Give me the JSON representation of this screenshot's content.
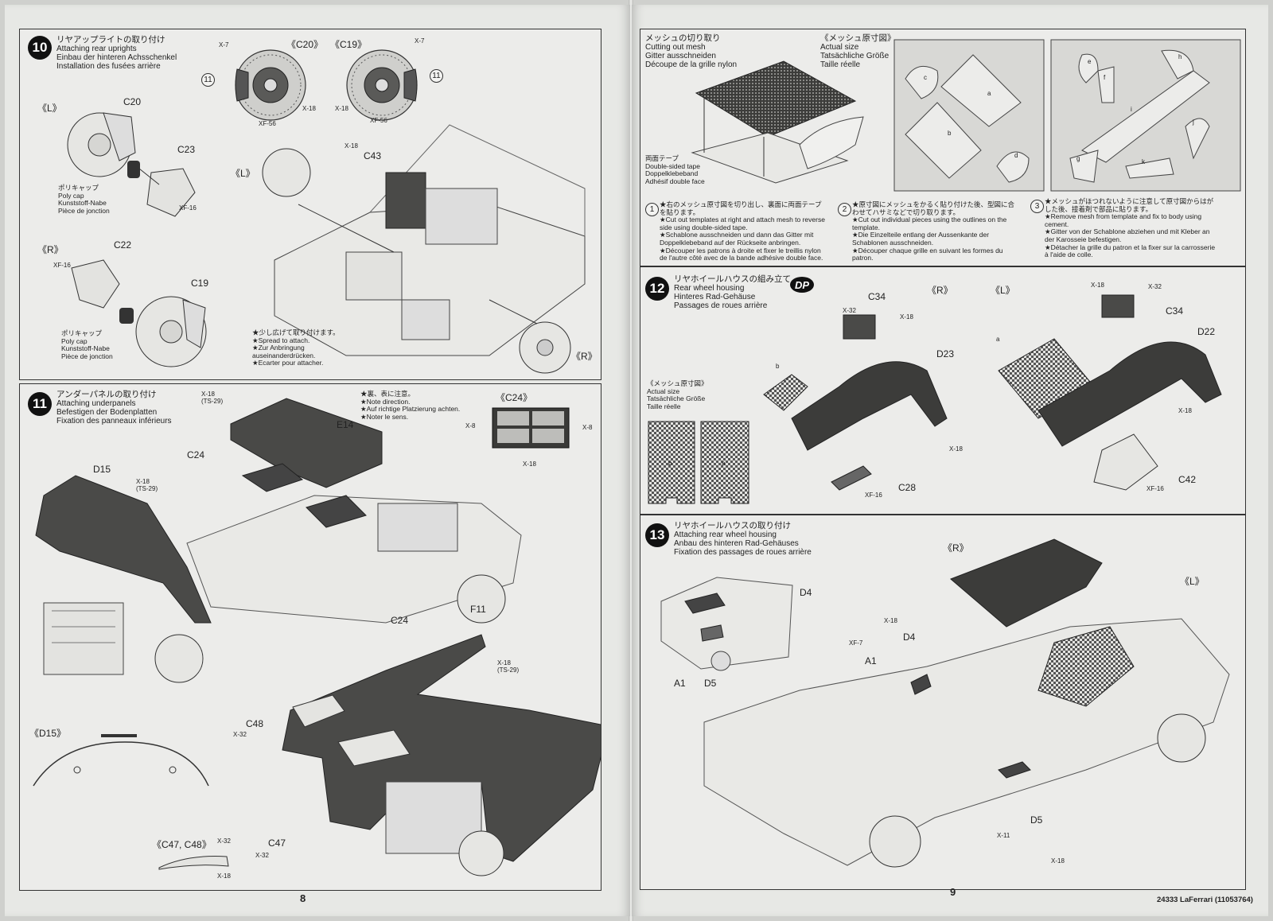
{
  "step10": {
    "number": "10",
    "title_jp": "リヤアップライトの取り付け",
    "title_en": "Attaching rear uprights",
    "title_de": "Einbau der hinteren Achsschenkel",
    "title_fr": "Installation des fusées arrière",
    "labels": {
      "c20_top": "《C20》",
      "c19_top": "《C19》",
      "x7a": "X-7",
      "x7b": "X-7",
      "x18a": "X-18",
      "x18b": "X-18",
      "xf56a": "XF-56",
      "xf56b": "XF-56",
      "num11a": "11",
      "num11b": "11",
      "left": "《L》",
      "c20": "C20",
      "c23": "C23",
      "xf16a": "XF-16",
      "right": "《R》",
      "c22": "C22",
      "xf16b": "XF-16",
      "c19": "C19",
      "c43": "C43",
      "x18c": "X-18",
      "left2": "《L》",
      "right2": "《R》"
    },
    "polycap1": [
      "ポリキャップ",
      "Poly cap",
      "Kunststoff-Nabe",
      "Pièce de jonction"
    ],
    "polycap2": [
      "ポリキャップ",
      "Poly cap",
      "Kunststoff-Nabe",
      "Pièce de jonction"
    ],
    "note": [
      "★少し広げて取り付けます。",
      "★Spread to attach.",
      "★Zur Anbringung",
      "auseinanderdrücken.",
      "★Ecarter pour attacher."
    ]
  },
  "step11": {
    "number": "11",
    "title_jp": "アンダーパネルの取り付け",
    "title_en": "Attaching underpanels",
    "title_de": "Befestigen der Bodenplatten",
    "title_fr": "Fixation des panneaux inférieurs",
    "note": [
      "★裏、表に注意。",
      "★Note direction.",
      "★Auf richtige Platzierung achten.",
      "★Noter le sens."
    ],
    "labels": {
      "x18ts": "X-18",
      "ts29": "(TS-29)",
      "e14": "E14",
      "c24a": "C24",
      "c24b": "C24",
      "c24box": "《C24》",
      "x8a": "X-8",
      "x8b": "X-8",
      "x18box": "X-18",
      "d15": "D15",
      "x18ts2": "X-18",
      "ts29b": "(TS-29)",
      "f11": "F11",
      "x18ts3": "X-18",
      "ts29c": "(TS-29)",
      "c48": "C48",
      "x32a": "X-32",
      "c47": "C47",
      "x32b": "X-32",
      "d15box": "《D15》",
      "c47c48": "《C47, C48》",
      "x32c": "X-32",
      "x18d": "X-18"
    }
  },
  "mesh": {
    "title_jp": "メッシュの切り取り",
    "title_en": "Cutting out mesh",
    "title_de": "Gitter ausschneiden",
    "title_fr": "Découpe de la grille nylon",
    "size_jp": "《メッシュ原寸図》",
    "size_en": "Actual size",
    "size_de": "Tatsächliche Größe",
    "size_fr": "Taille réelle",
    "tape": [
      "両面テープ",
      "Double-sided tape",
      "Doppelklebeband",
      "Adhésif double face"
    ],
    "pieces": [
      "a",
      "b",
      "c",
      "d",
      "e",
      "f",
      "g",
      "h",
      "i",
      "j",
      "k"
    ],
    "inst1": [
      "★右のメッシュ原寸図を切り出し、裏面に両面テープを貼ります。",
      "★Cut out templates at right and attach mesh to reverse side using double-sided tape.",
      "★Schablone ausschneiden und dann das Gitter mit Doppelklebeband auf der Rückseite anbringen.",
      "★Découper les patrons à droite et fixer le treillis nylon de l'autre côté avec de la bande adhésive double face."
    ],
    "inst2": [
      "★原寸図にメッシュをかるく貼り付けた後、型図に合わせてハサミなどで切り取ります。",
      "★Cut out individual pieces using the outlines on the template.",
      "★Die Einzelteile entlang der Aussenkante der Schablonen ausschneiden.",
      "★Découper chaque grille en suivant les formes du patron."
    ],
    "inst3": [
      "★メッシュがほつれないように注意して原寸図からはがした後、接着剤で部品に貼ります。",
      "★Remove mesh from template and fix to body using cement.",
      "★Gitter von der Schablone abziehen und mit Kleber an der Karosseie befestigen.",
      "★Détacher la grille du patron et la fixer sur la carrosserie à l'aide de colle."
    ]
  },
  "step12": {
    "number": "12",
    "dp": "DP",
    "title_jp": "リヤホイールハウスの組み立て",
    "title_en": "Rear wheel housing",
    "title_de": "Hinteres Rad-Gehäuse",
    "title_fr": "Passages de roues arrière",
    "size": [
      "《メッシュ原寸図》",
      "Actual size",
      "Tatsächliche Größe",
      "Taille réelle"
    ],
    "labels": {
      "r": "《R》",
      "l": "《L》",
      "c34a": "C34",
      "x32a": "X-32",
      "x18a": "X-18",
      "d23": "D23",
      "x18b": "X-18",
      "c28": "C28",
      "xf16a": "XF-16",
      "b": "b",
      "a": "a",
      "x18c": "X-18",
      "x32b": "X-32",
      "c34b": "C34",
      "d22": "D22",
      "x18d": "X-18",
      "c42": "C42",
      "xf16b": "XF-16",
      "mb": "b",
      "ma": "a"
    }
  },
  "step13": {
    "number": "13",
    "title_jp": "リヤホイールハウスの取り付け",
    "title_en": "Attaching rear wheel housing",
    "title_de": "Anbau des hinteren Rad-Gehäuses",
    "title_fr": "Fixation des passages de roues arrière",
    "labels": {
      "d4a": "D4",
      "a1a": "A1",
      "d5a": "D5",
      "r": "《R》",
      "l": "《L》",
      "x18": "X-18",
      "d4b": "D4",
      "xf7": "XF-7",
      "a1b": "A1",
      "d5b": "D5",
      "x11": "X-11",
      "x18b": "X-18"
    }
  },
  "footer": {
    "page_left": "8",
    "page_right": "9",
    "code": "24333  LaFerrari (11053764)"
  }
}
